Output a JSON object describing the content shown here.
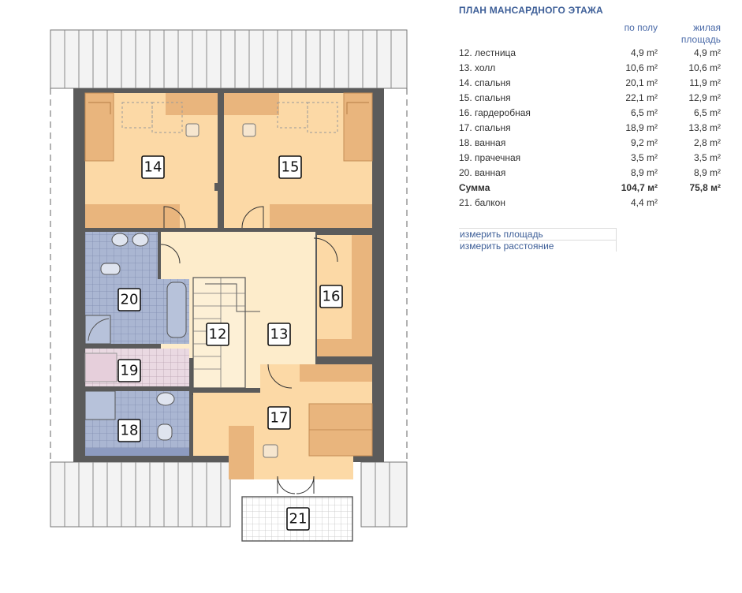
{
  "plan": {
    "room_numbers": [
      "12",
      "13",
      "14",
      "15",
      "16",
      "17",
      "18",
      "19",
      "20",
      "21"
    ]
  },
  "panel": {
    "title": "ПЛАН МАНСАРДНОГО ЭТАЖА",
    "col_floor": "по полу",
    "col_living": "жилая площадь",
    "rows": [
      {
        "name": "12. лестница",
        "floor": "4,9 m²",
        "living": "4,9 m²"
      },
      {
        "name": "13. холл",
        "floor": "10,6 m²",
        "living": "10,6 m²"
      },
      {
        "name": "14. спальня",
        "floor": "20,1 m²",
        "living": "11,9 m²"
      },
      {
        "name": "15. спальня",
        "floor": "22,1 m²",
        "living": "12,9 m²"
      },
      {
        "name": "16. гардеробная",
        "floor": "6,5 m²",
        "living": "6,5 m²"
      },
      {
        "name": "17. спальня",
        "floor": "18,9 m²",
        "living": "13,8 m²"
      },
      {
        "name": "18. ванная",
        "floor": "9,2 m²",
        "living": "2,8 m²"
      },
      {
        "name": "19. прачечная",
        "floor": "3,5 m²",
        "living": "3,5 m²"
      },
      {
        "name": "20. ванная",
        "floor": "8,9 m²",
        "living": "8,9 m²"
      }
    ],
    "sum": {
      "name": "Сумма",
      "floor": "104,7 м²",
      "living": "75,8 м²"
    },
    "balcony": {
      "name": "21. балкон",
      "floor": "4,4 m²",
      "living": ""
    },
    "tools": [
      "измерить площадь",
      "измерить расстояние"
    ]
  },
  "colors": {
    "wall": "#5a5a5a",
    "bedroom": "#fcd9a6",
    "hall": "#fdeccb",
    "furniture": "#e9b57d",
    "tile": "#aab5cf",
    "laundry": "#e8d6df",
    "roof": "#f2f2f2",
    "title": "#3e5f98"
  }
}
